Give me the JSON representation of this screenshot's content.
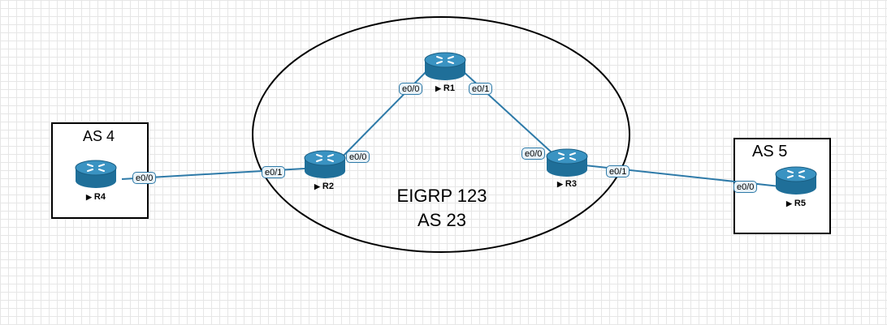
{
  "as_boxes": [
    {
      "id": "as4",
      "label": "AS 4"
    },
    {
      "id": "as5",
      "label": "AS 5"
    }
  ],
  "eigrp_region": {
    "line1": "EIGRP 123",
    "line2": "AS 23"
  },
  "routers": [
    {
      "id": "R1",
      "name": "R1"
    },
    {
      "id": "R2",
      "name": "R2"
    },
    {
      "id": "R3",
      "name": "R3"
    },
    {
      "id": "R4",
      "name": "R4"
    },
    {
      "id": "R5",
      "name": "R5"
    }
  ],
  "ports": {
    "r1_e00": "e0/0",
    "r1_e01": "e0/1",
    "r2_e00": "e0/0",
    "r2_e01": "e0/1",
    "r3_e00": "e0/0",
    "r3_e01": "e0/1",
    "r4_e00": "e0/0",
    "r5_e00": "e0/0"
  },
  "links": [
    {
      "from": "R4",
      "from_port": "e0/0",
      "to": "R2",
      "to_port": "e0/1"
    },
    {
      "from": "R2",
      "from_port": "e0/0",
      "to": "R1",
      "to_port": "e0/0"
    },
    {
      "from": "R1",
      "from_port": "e0/1",
      "to": "R3",
      "to_port": "e0/0"
    },
    {
      "from": "R3",
      "from_port": "e0/1",
      "to": "R5",
      "to_port": "e0/0"
    }
  ],
  "colors": {
    "link": "#2e7aa8",
    "router_body": "#1f6f99",
    "router_top": "#3a93c2",
    "port_bg": "#e8f2f8"
  }
}
